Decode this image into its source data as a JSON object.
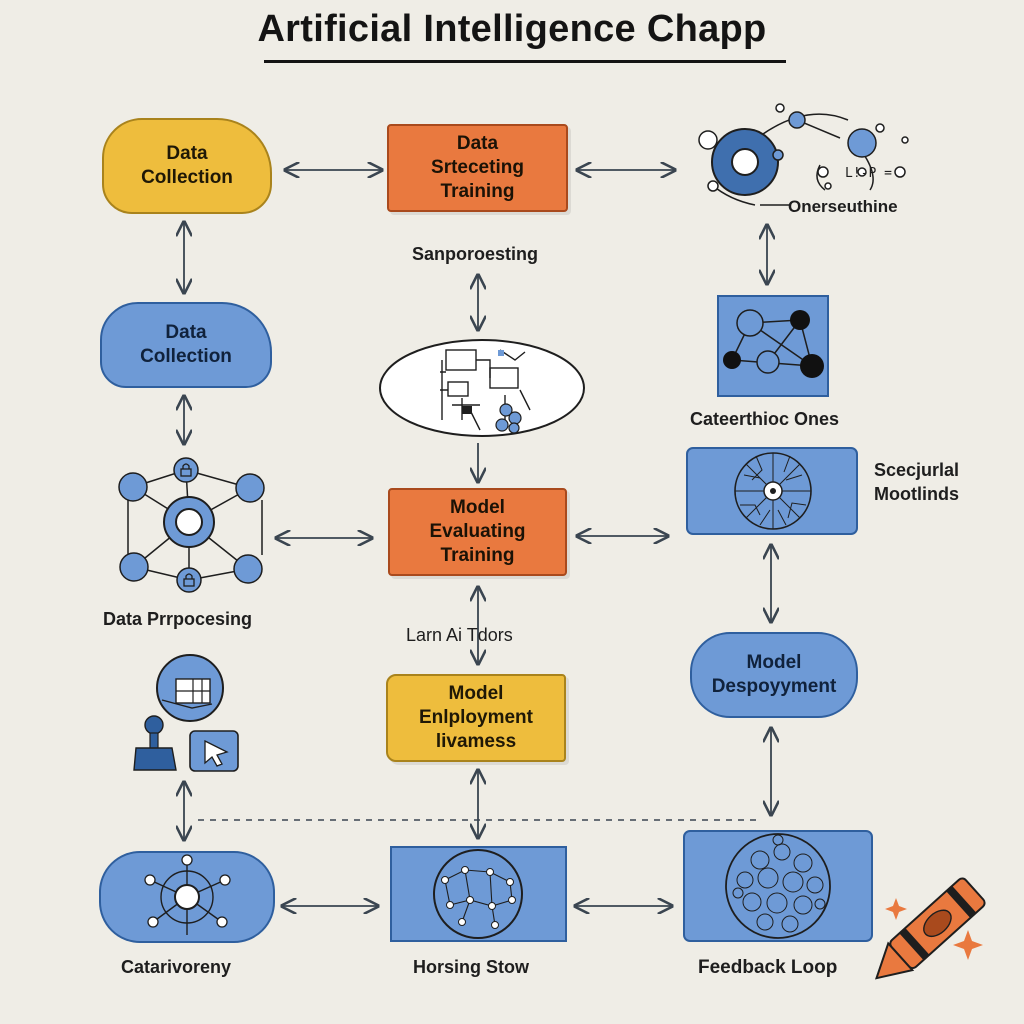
{
  "title": "Artificial Intelligence Chapp",
  "nodes": {
    "data_collection_top": "Data\nCollection",
    "data_selecting": "Data\nSrteceting\nTraining",
    "data_collection_mid": "Data\nCollection",
    "model_evaluating": "Model\nEvaluating\nTraining",
    "model_deployment_center": "Model\nEnlployment\nlivamess",
    "model_deployment_right": "Model\nDespoyyment"
  },
  "labels": {
    "preprocessing_top": "Sanporoesting",
    "machine_caption": "Onerseuthine",
    "categoric_ones": "Cateerthioc Ones",
    "sequential_methods": "Scecjurlal\nMootlinds",
    "data_preprocessing": "Data Prrpocesing",
    "learn_ai_tools": "Larn Ai Tdors",
    "catarivoreny": "Catarivoreny",
    "horsing_stow": "Horsing Stow",
    "feedback_loop": "Feedback Loop"
  },
  "colors": {
    "blue": "#6e9ad6",
    "orange": "#e9793f",
    "yellow": "#eebd3d",
    "background": "#efede6",
    "ink": "#1e1e1e"
  },
  "icons": [
    "network-graph-icon",
    "lock-icon",
    "circuit-diagram-icon",
    "node-graph-icon",
    "neural-globe-icon",
    "hub-network-icon",
    "user-joystick-icon",
    "cursor-icon",
    "neural-sphere-icon",
    "crayon-icon",
    "sparkle-icon"
  ]
}
